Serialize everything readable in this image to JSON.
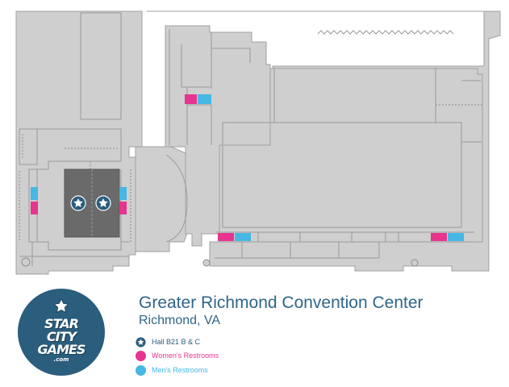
{
  "venue": {
    "title": "Greater Richmond Convention Center",
    "subtitle": "Richmond, VA"
  },
  "logo": {
    "lines": [
      "STAR",
      "CITY",
      "GAMES",
      ".com"
    ],
    "icon": "star-icon",
    "color": "#2b5d7d"
  },
  "legend": [
    {
      "label": "Hall B21 B & C",
      "icon": "star-marker-icon",
      "color": "#2b5d7d"
    },
    {
      "label": "Women's Restrooms",
      "icon": "pink-dot-icon",
      "color": "#e6348f"
    },
    {
      "label": "Men's Restrooms",
      "icon": "blue-dot-icon",
      "color": "#45b8e4"
    }
  ],
  "colors": {
    "floor": "#cfcfcf",
    "wall": "#9a9a9a",
    "hall_highlight": "#6a6a6a",
    "women": "#e6348f",
    "men": "#45b8e4",
    "title": "#2f6688",
    "legend_text_hall": "#2b5d7d",
    "legend_text_women": "#e6348f",
    "legend_text_men": "#45b8e4"
  }
}
